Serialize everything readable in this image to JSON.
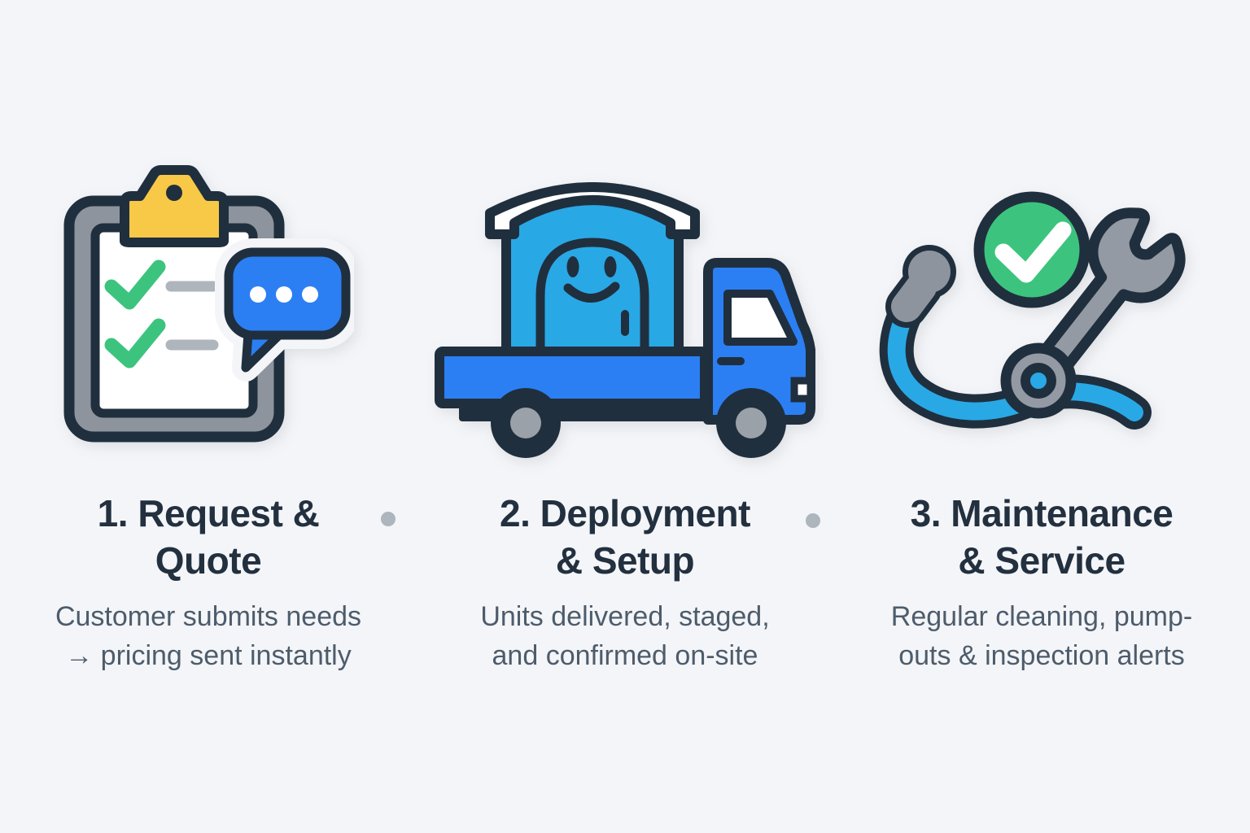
{
  "canvas": {
    "background": "#f4f5f8"
  },
  "palette": {
    "outline": "#202f3e",
    "title_text": "#22303f",
    "body_text": "#4d5c6b",
    "brand_blue": "#2b7ff2",
    "cyan_blue": "#29a8e6",
    "green": "#3cc47e",
    "yellow": "#f8c847",
    "gray": "#8d949d",
    "light_gray_dash": "#aeb5bd",
    "separator_dot": "#adb5bd",
    "white": "#ffffff"
  },
  "steps": [
    {
      "id": 1,
      "icon": "clipboard-checklist-chat-icon",
      "title_line1": "1. Request &",
      "title_line2": "Quote",
      "desc_line1": "Customer submits needs",
      "desc_line2": "→ pricing sent instantly"
    },
    {
      "id": 2,
      "icon": "porta-potty-delivery-truck-icon",
      "title_line1": "2. Deployment",
      "title_line2": "& Setup",
      "desc_line1": "Units delivered, staged,",
      "desc_line2": "and confirmed on-site"
    },
    {
      "id": 3,
      "icon": "hose-wrench-check-icon",
      "title_line1": "3. Maintenance",
      "title_line2": "& Service",
      "desc_line1": "Regular cleaning, pump-",
      "desc_line2": "outs & inspection alerts"
    }
  ],
  "separators": [
    {
      "type": "dot"
    },
    {
      "type": "dot"
    }
  ]
}
